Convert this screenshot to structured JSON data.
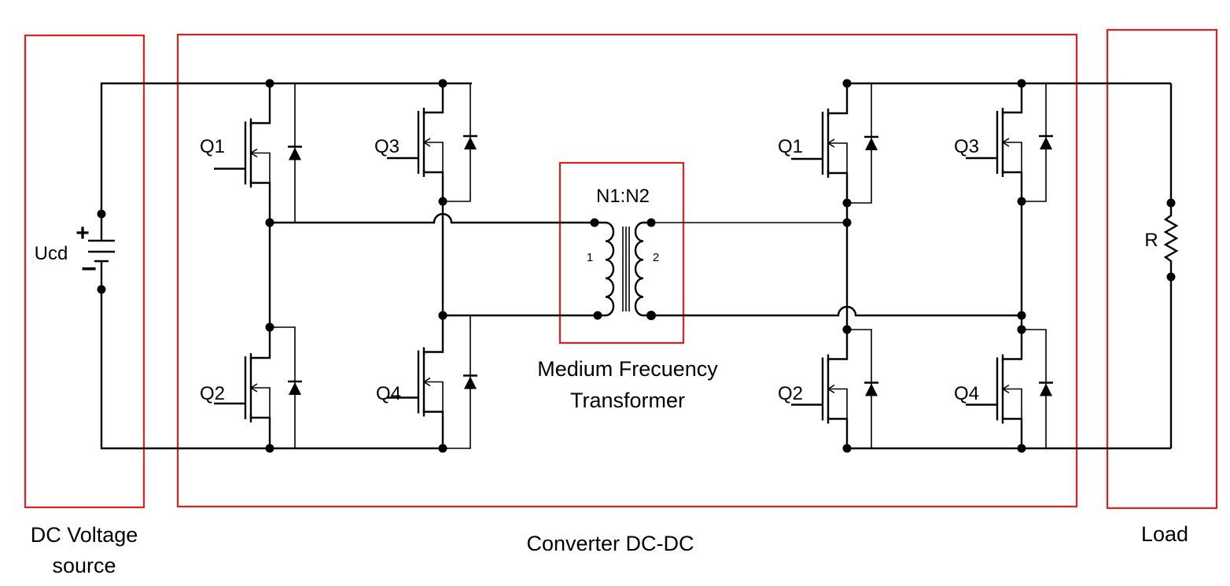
{
  "colors": {
    "wire": "#000000",
    "region_box": "#e02020",
    "background": "#ffffff"
  },
  "source": {
    "name": "Ucd",
    "plus": "+",
    "minus": "−"
  },
  "left_bridge": {
    "q1": "Q1",
    "q2": "Q2",
    "q3": "Q3",
    "q4": "Q4"
  },
  "right_bridge": {
    "q1": "Q1",
    "q2": "Q2",
    "q3": "Q3",
    "q4": "Q4"
  },
  "transformer": {
    "ratio": "N1:N2",
    "winding1": "1",
    "winding2": "2",
    "title_line1": "Medium Frecuency",
    "title_line2": "Transformer"
  },
  "load": {
    "resistor": "R"
  },
  "regions": {
    "source_line1": "DC Voltage",
    "source_line2": "source",
    "converter": "Converter DC-DC",
    "load": "Load"
  }
}
